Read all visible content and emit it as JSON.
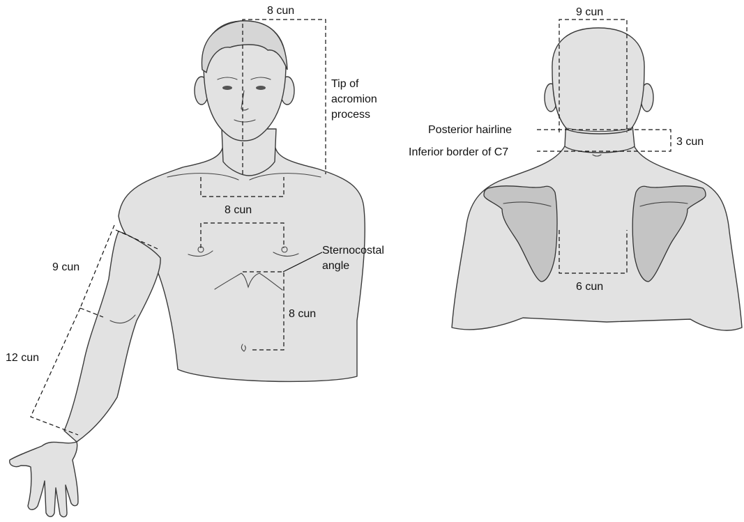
{
  "labels": {
    "front_head_width": "8 cun",
    "acromion": [
      "Tip of",
      "acromion",
      "process"
    ],
    "chest_width_upper": "8 cun",
    "sternocostal": [
      "Sternocostal",
      "angle"
    ],
    "sternum_to_navel": "8 cun",
    "upper_arm": "9 cun",
    "forearm": "12 cun",
    "back_head_width": "9 cun",
    "posterior_hairline": "Posterior hairline",
    "inferior_c7": "Inferior border of C7",
    "neck_height": "3 cun",
    "scapula_width": "6 cun"
  }
}
